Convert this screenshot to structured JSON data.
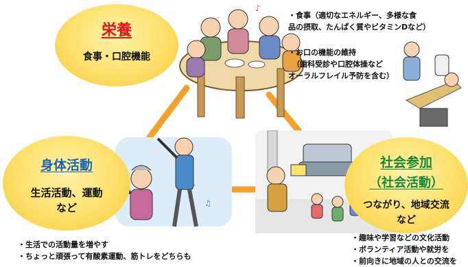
{
  "nutrition": {
    "title": "栄養",
    "subtitle": "食事・口腔機能",
    "notes": [
      "・食事（適切なエネルギー、多様な食",
      "品の摂取、たんぱく質やビタミンDなど）",
      "・お口の機能の維持",
      "（歯科受診や口腔体操など",
      "オーラルフレイル予防を含む）"
    ]
  },
  "physical": {
    "title": "身体活動",
    "subtitle_1": "生活活動、運動",
    "subtitle_2": "など",
    "notes": [
      "・生活での活動量を増やす",
      "・ちょっと頑張って有酸素運動、筋トレをどちらも"
    ]
  },
  "social": {
    "title_1": "社会参加",
    "title_2": "（社会活動）",
    "subtitle_1": "つながり、地域交流",
    "subtitle_2": "など",
    "notes": [
      "・趣味や学習などの文化活動",
      "・ボランティア活動や就労を",
      "・前向きに地域の人との交流を"
    ]
  },
  "colors": {
    "bubble": "#fde06a",
    "connector": "#f5a028",
    "title_red": "#e0181c",
    "title_blue": "#1a64b4"
  },
  "icons": [
    "dining-illustration",
    "dental-checkup-illustration",
    "stretching-illustration",
    "community-walk-illustration"
  ]
}
